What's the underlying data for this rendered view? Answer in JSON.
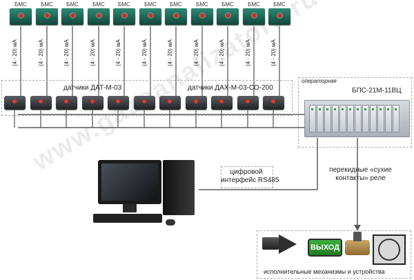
{
  "bms": {
    "label": "БМС",
    "count": 11,
    "current_label": "(4 - 20) мА",
    "color": "#1f6f5c"
  },
  "sensors": {
    "group1_label": "датчики ДАТ-М-03",
    "group2_label": "датчики ДАХ-М-03-СО-200",
    "count": 11
  },
  "operator": {
    "tag": "операторная",
    "device_name": "БПС-21М-11ВЦ"
  },
  "links": {
    "digital_interface": [
      "цифровой",
      "интерфейс RS485"
    ],
    "relay_contacts": [
      "перекидные «сухие",
      "контакты» реле"
    ]
  },
  "actuators": {
    "label": "исполнительные механизмы и устройства",
    "exit_sign": "ВЫХОД"
  },
  "watermark": "www.gazoanalizators.ru",
  "colors": {
    "wire": "#5a5a5a",
    "dash": "#aaaaaa",
    "exit_green": "#2f8f2f"
  }
}
